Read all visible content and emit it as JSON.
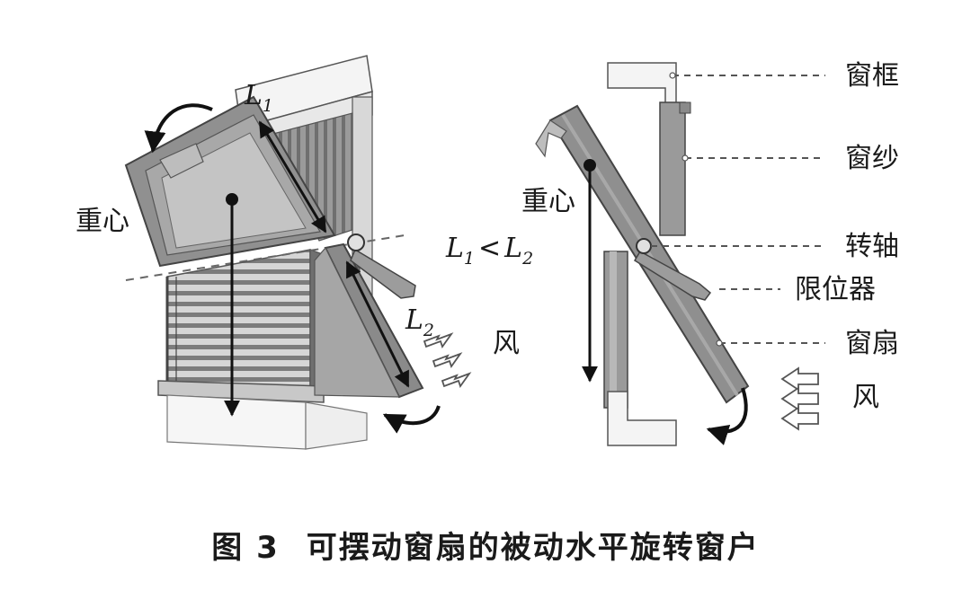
{
  "left_view": {
    "gravity_label": "重心",
    "l1": {
      "letter": "L",
      "sub": "1"
    },
    "l2": {
      "letter": "L",
      "sub": "2"
    },
    "inequality": {
      "l_left": "L",
      "sub_left": "1",
      "op": "<",
      "l_right": "L",
      "sub_right": "2"
    },
    "wind_label": "风"
  },
  "right_view": {
    "gravity_label": "重心",
    "frame_label": "窗框",
    "screen_label": "窗纱",
    "pivot_label": "转轴",
    "limiter_label": "限位器",
    "sash_label": "窗扇",
    "wind_label": "风"
  },
  "caption": {
    "figure_no": "图 3",
    "title": "可摆动窗扇的被动水平旋转窗户"
  },
  "colors": {
    "ink": "#1a1a1a",
    "frame_fill": "#f2f2f2",
    "sash_fill": "#8f8f8f",
    "screen_fill": "#9a9a9a",
    "glass_fill": "#bdbdbd"
  }
}
